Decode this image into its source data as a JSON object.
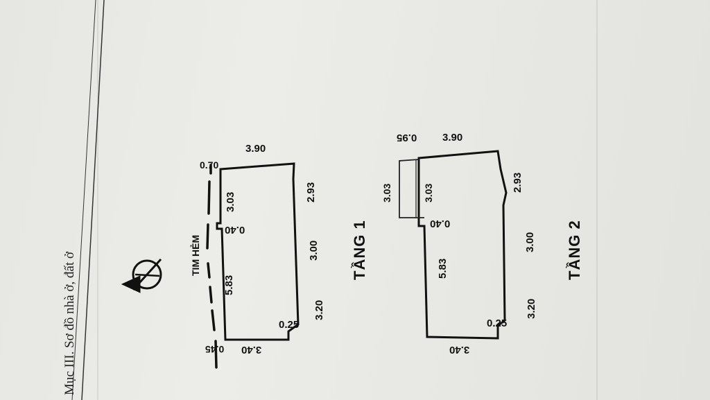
{
  "section_heading": "Mục III. Sơ đồ nhà ở, đất ở",
  "street_label": "TIM HẺM",
  "compass_icon": "north-arrow-icon",
  "floor1": {
    "title": "TẦNG 1",
    "dims": {
      "top_left": "0.70",
      "top_width": "3.90",
      "right_upper": "2.93",
      "right_mid": "3.00",
      "right_lower": "3.20",
      "inner_upper": "3.03",
      "step": "0.40",
      "inner_lower": "5.83",
      "bottom_corner": "0.25",
      "bottom_width": "3.40",
      "bottom_left": "0.45"
    }
  },
  "floor2": {
    "title": "TẦNG 2",
    "dims": {
      "top_left": "0.95",
      "top_width": "3.90",
      "right_upper": "2.93",
      "right_mid": "3.00",
      "right_lower": "3.20",
      "balcony": "3.03",
      "inner_upper": "3.03",
      "step": "0.40",
      "inner_lower": "5.83",
      "bottom_corner": "0.25",
      "bottom_width": "3.40"
    }
  }
}
